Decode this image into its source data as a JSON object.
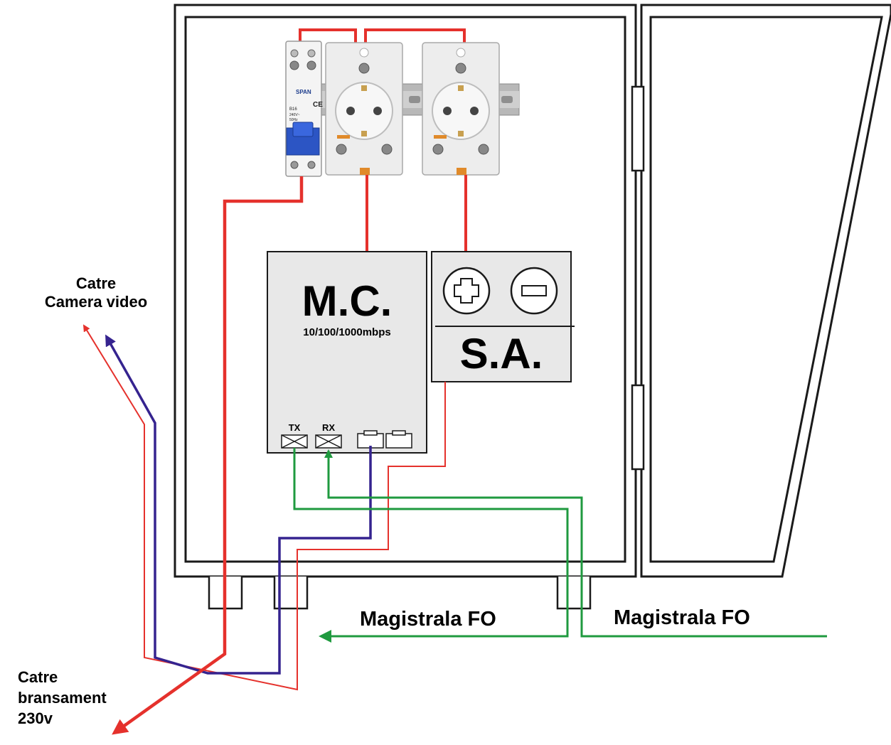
{
  "labels": {
    "camera_line1": "Catre",
    "camera_line2": "Camera video",
    "power_line1": "Catre",
    "power_line2": "bransament",
    "power_line3": "230v",
    "mc_title": "M.C.",
    "mc_speed": "10/100/1000mbps",
    "port_tx": "TX",
    "port_rx": "RX",
    "sa_title": "S.A.",
    "fo_left": "Magistrala FO",
    "fo_right": "Magistrala FO",
    "breaker_brand": "SPAN",
    "breaker_rating": "B16",
    "breaker_volt": "240V~",
    "breaker_freq": "50Hz"
  },
  "colors": {
    "power_wire": "#e5312c",
    "utp_wire": "#35238f",
    "fiber_wire": "#1f9a3f",
    "box_fill": "#e8e8e8",
    "outline": "#1a1a1a",
    "din_rail": "#b8b8b8",
    "socket_body": "#ededed"
  },
  "symbols": {
    "plus": "plus-terminal-icon",
    "minus": "minus-terminal-icon",
    "socket": "schuko-socket-icon",
    "breaker": "circuit-breaker-icon"
  }
}
